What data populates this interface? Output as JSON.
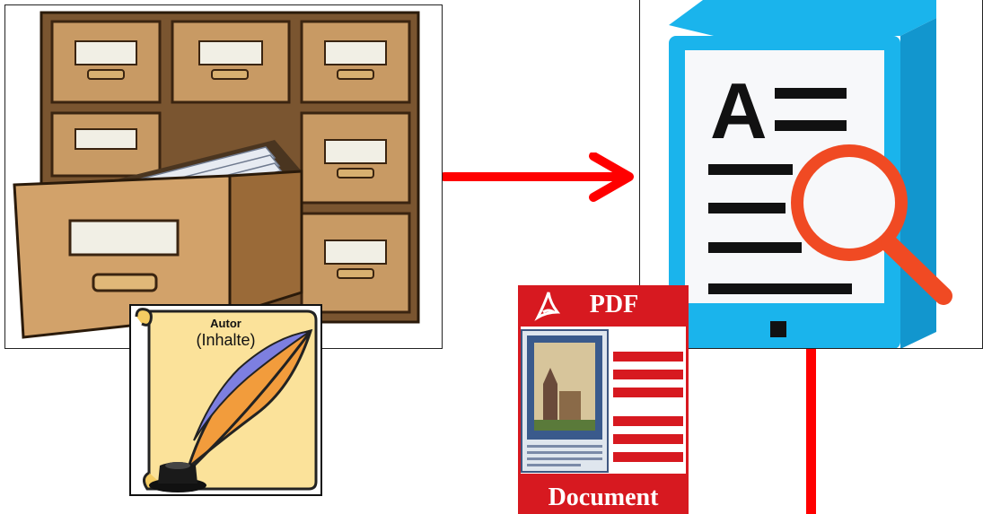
{
  "author_card": {
    "title": "Autor",
    "subtitle": "(Inhalte)",
    "icon": "quill-and-inkwell-icon"
  },
  "reader": {
    "letter": "A",
    "icon": "document-search-tablet-icon",
    "frame_color": "#1ab4ec",
    "magnifier_color": "#f04a23"
  },
  "pdf_card": {
    "title": "PDF",
    "footer": "Document",
    "icon": "adobe-pdf-icon",
    "accent_color": "#d71920"
  },
  "cabinet": {
    "icon": "card-catalog-cabinet-icon"
  },
  "arrows": {
    "color": "#ff0000"
  }
}
